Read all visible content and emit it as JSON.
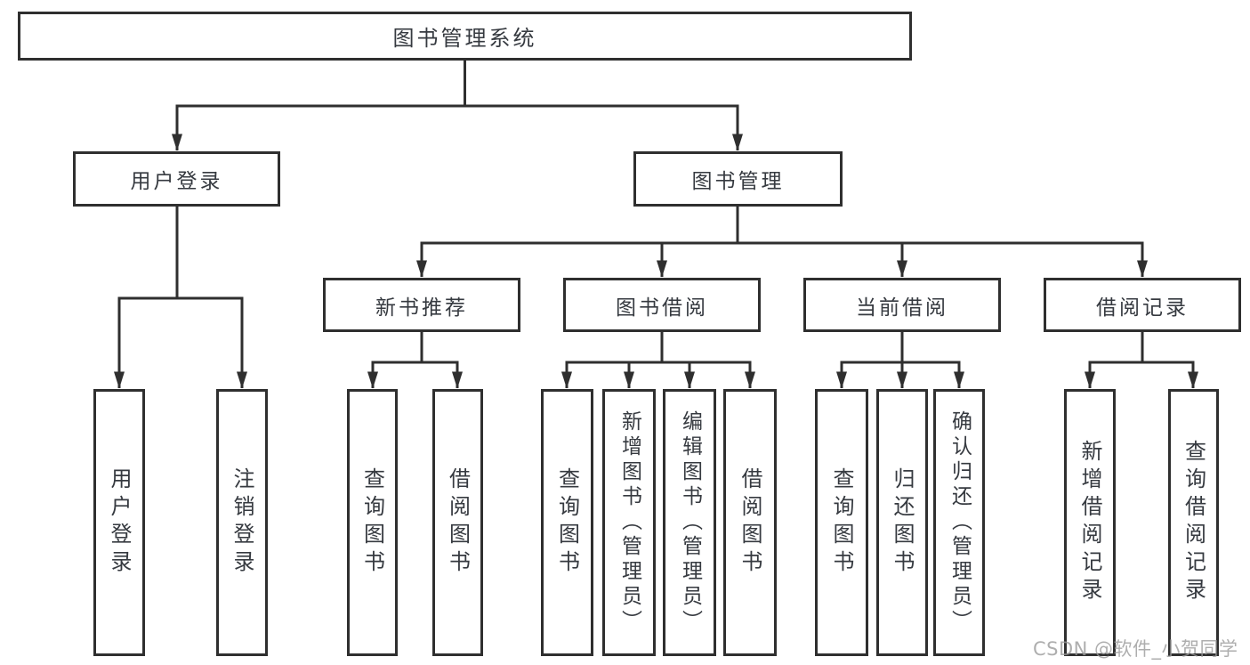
{
  "colors": {
    "line": "#2f2f2f",
    "text": "#363a40",
    "box_background": "#ffffff",
    "page_background": "#ffffff",
    "watermark": "#9b9b9b"
  },
  "watermark": {
    "text": "CSDN @软件_小贺同学"
  },
  "tree": {
    "root": {
      "label": "图书管理系统"
    },
    "branches": [
      {
        "label": "用户登录",
        "children": [
          {
            "label": "用户登录"
          },
          {
            "label": "注销登录"
          }
        ]
      },
      {
        "label": "图书管理",
        "children": [
          {
            "label": "新书推荐",
            "children": [
              {
                "label": "查询图书"
              },
              {
                "label": "借阅图书"
              }
            ]
          },
          {
            "label": "图书借阅",
            "children": [
              {
                "label": "查询图书"
              },
              {
                "label": "新增图书（管理员）"
              },
              {
                "label": "编辑图书（管理员）"
              },
              {
                "label": "借阅图书"
              }
            ]
          },
          {
            "label": "当前借阅",
            "children": [
              {
                "label": "查询图书"
              },
              {
                "label": "归还图书"
              },
              {
                "label": "确认归还（管理员）"
              }
            ]
          },
          {
            "label": "借阅记录",
            "children": [
              {
                "label": "新增借阅记录"
              },
              {
                "label": "查询借阅记录"
              }
            ]
          }
        ]
      }
    ]
  }
}
